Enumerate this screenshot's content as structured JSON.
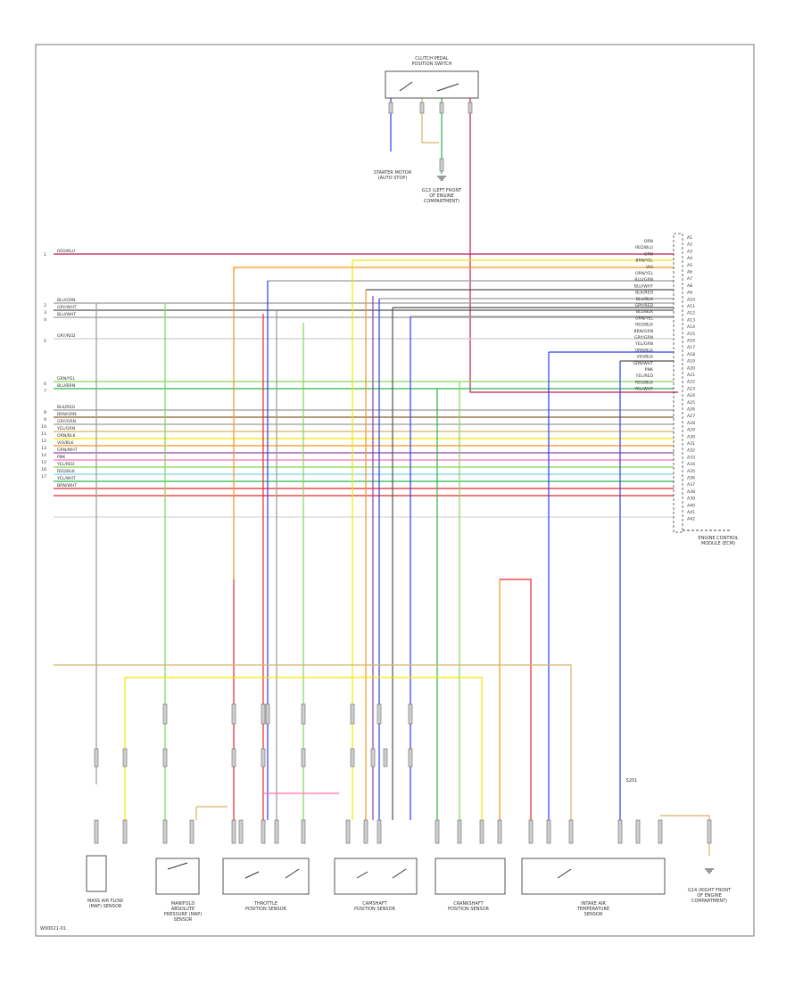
{
  "diagram": {
    "footer_code": "W00021-01",
    "components": {
      "clutch_switch": {
        "name": "CLUTCH PEDAL POSITION SWITCH"
      },
      "starter_motor": {
        "name": "STARTER MOTOR (AUTO STOP)"
      },
      "ground_top": {
        "name": "G13 (LEFT FRONT OF ENGINE COMPARTMENT)"
      },
      "ecm": {
        "name": "ENGINE CONTROL MODULE (ECM)"
      },
      "maf": {
        "name": "MASS AIR FLOW (MAF) SENSOR"
      },
      "map": {
        "name": "MANIFOLD ABSOLUTE PRESSURE (MAP) SENSOR"
      },
      "throttle_position": {
        "name": "THROTTLE POSITION SENSOR"
      },
      "camshaft": {
        "name": "CAMSHAFT POSITION SENSOR"
      },
      "crankshaft": {
        "name": "CRANKSHAFT POSITION SENSOR"
      },
      "intake_air_temp": {
        "name": "INTAKE AIR TEMPERATURE SENSOR"
      },
      "ground_bottom": {
        "name": "G14 (RIGHT FRONT OF ENGINE COMPARTMENT)"
      },
      "splice": {
        "name": "S201"
      }
    },
    "left_wire_labels": [
      "RED/BLU",
      "BLU/GRN",
      "GRY/WHT",
      "BLU/WHT",
      "GRY/RED",
      "GRN/YEL",
      "BLU/BRN",
      "BLK/RED",
      "BRN/GRN",
      "GRY/GRN",
      "YEL/GRN",
      "ORN/BLK",
      "VIO/BLK",
      "GRN/WHT",
      "PNK",
      "YEL/RED",
      "RED/BLK",
      "YEL/WHT",
      "BRN/WHT"
    ],
    "right_wire_labels": [
      "ORN",
      "RED/BLU",
      "GRN",
      "BRN/YEL",
      "VIO",
      "ORN/YEL",
      "BLU/GRN",
      "BLU/WHT",
      "BLK/RED",
      "BLU/BLK",
      "GRY/RED",
      "BLU/BLK",
      "GRN/YEL",
      "RED/BLK",
      "BRN/GRN",
      "GRY/GRN",
      "YEL/GRN",
      "ORN/BLK",
      "VIO/BLK",
      "GRN/WHT",
      "PNK",
      "YEL/RED",
      "RED/BLK",
      "YEL/WHT"
    ],
    "left_pin_numbers": [
      "1",
      "2",
      "3",
      "4",
      "5",
      "6",
      "7",
      "8",
      "9",
      "10",
      "11",
      "12",
      "13",
      "14",
      "15",
      "16",
      "17"
    ],
    "right_pin_numbers": [
      "A1",
      "A2",
      "A3",
      "A4",
      "A5",
      "A6",
      "A7",
      "A8",
      "A9",
      "A10",
      "A11",
      "A12",
      "A13",
      "A14",
      "A15",
      "A16",
      "A17",
      "A18",
      "A19",
      "A20",
      "A21",
      "A22",
      "A23",
      "A24",
      "A25",
      "A26",
      "A27",
      "A28",
      "A29",
      "A30",
      "A31",
      "A32",
      "A33",
      "A34",
      "A35",
      "A36",
      "A37",
      "A38",
      "A39",
      "A40",
      "A41",
      "A42"
    ]
  },
  "colors": {
    "red": "#e8262b",
    "pink": "#ff6fb5",
    "magenta": "#c2185b",
    "orange": "#f7941d",
    "yellow": "#f2e600",
    "green": "#2bb34a",
    "lightgreen": "#7ed957",
    "blue": "#2f3cf0",
    "violet": "#8e44ad",
    "gray": "#9b9b9b",
    "darkgray": "#555555",
    "brown": "#8b5a2b",
    "tan": "#d8b36a",
    "black": "#333333"
  }
}
